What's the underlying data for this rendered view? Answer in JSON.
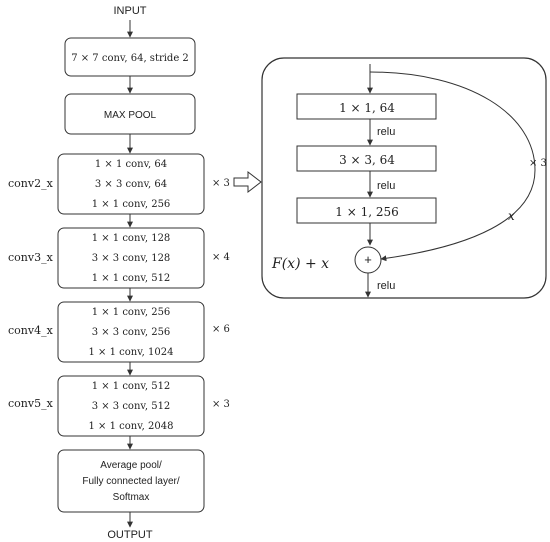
{
  "input_label": "INPUT",
  "output_label": "OUTPUT",
  "left_column": {
    "conv1": "7 × 7 conv, 64, stride 2",
    "maxpool": "MAX POOL",
    "stages": [
      {
        "name": "conv2_x",
        "lines": [
          "1 × 1 conv, 64",
          "3 × 3 conv, 64",
          "1 × 1 conv, 256"
        ],
        "repeat": "× 3"
      },
      {
        "name": "conv3_x",
        "lines": [
          "1 × 1 conv, 128",
          "3 × 3 conv, 128",
          "1 × 1 conv, 512"
        ],
        "repeat": "× 4"
      },
      {
        "name": "conv4_x",
        "lines": [
          "1 × 1 conv, 256",
          "3 × 3 conv, 256",
          "1 × 1 conv, 1024"
        ],
        "repeat": "× 6"
      },
      {
        "name": "conv5_x",
        "lines": [
          "1 × 1 conv, 512",
          "3 × 3 conv, 512",
          "1 × 1 conv, 2048"
        ],
        "repeat": "× 3"
      }
    ],
    "final": [
      "Average pool/",
      "Fully connected layer/",
      "Softmax"
    ]
  },
  "block": {
    "layers": [
      "1 × 1, 64",
      "3 × 3, 64",
      "1 × 1, 256"
    ],
    "activation": "relu",
    "residual_formula": "F(x) + x",
    "shortcut_label": "x",
    "add_symbol": "+",
    "repeat": "× 3"
  }
}
